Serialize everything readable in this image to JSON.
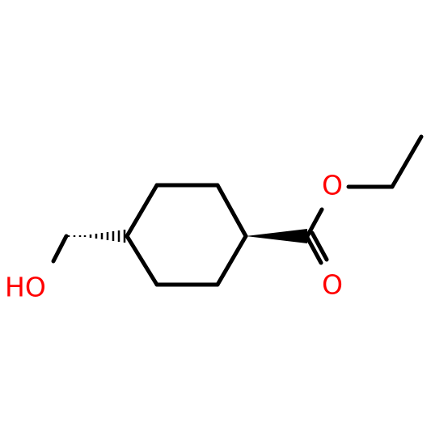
{
  "molecule": {
    "atoms": [
      {
        "id": "O_hydroxyl",
        "label": "HO",
        "color": "#ff0000"
      },
      {
        "id": "O_ester",
        "label": "O",
        "color": "#ff0000"
      },
      {
        "id": "O_carbonyl",
        "label": "O",
        "color": "#ff0000"
      }
    ],
    "colors": {
      "bond": "#000000",
      "heteroatom": "#ff0000",
      "background": "#ffffff"
    }
  }
}
